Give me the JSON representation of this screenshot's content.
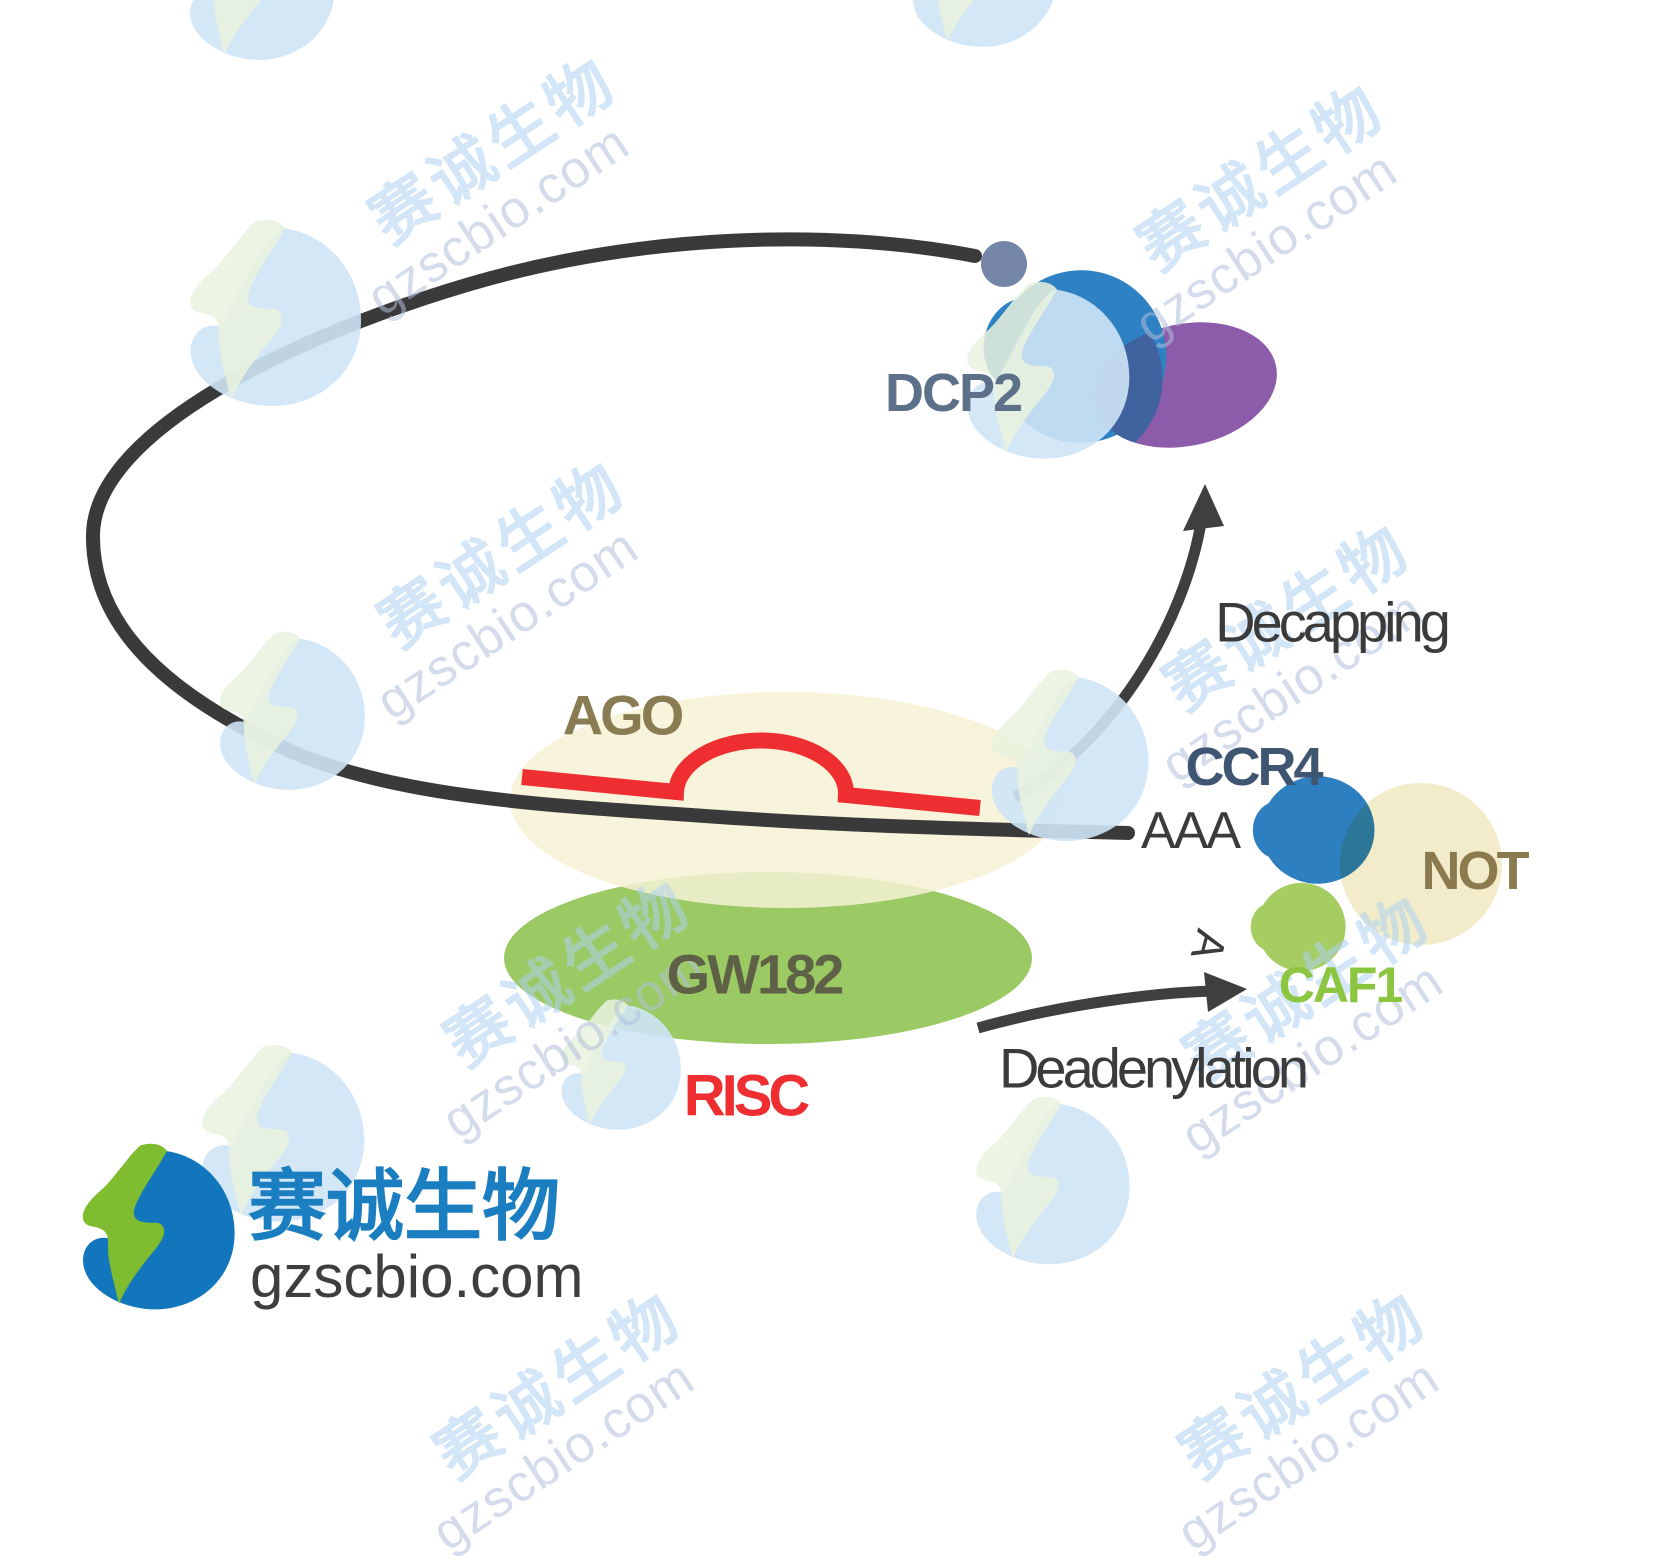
{
  "labels": {
    "dcp2": "DCP2",
    "decapping": "Decapping",
    "aaa": "AAA",
    "ccr4": "CCR4",
    "not": "NOT",
    "caf1": "CAF1",
    "ago": "AGO",
    "gw182": "GW182",
    "risc": "RISC",
    "deadenylation": "Deadenylation",
    "released_adenosine": "A"
  },
  "watermark": {
    "line1": "赛诚生物",
    "line2": "gzscbio.com"
  },
  "brand": {
    "name": "赛诚生物",
    "website": "gzscbio.com"
  },
  "colors": {
    "mrna_line": "#3a3a3a",
    "mirna_line": "#ee2e31",
    "cap_circle": "#7585a8",
    "dcp2_body": "#2e82c4",
    "dcp2_purple": "#8c5ba9",
    "dcp2_overlap": "#40629e",
    "ago_fill": "#f6f2d5",
    "gw182_fill": "#9bc963",
    "not_fill": "#f2ecca",
    "ccr4_fill": "#2e7fc0",
    "caf1_fill": "#a6cd62",
    "arrow": "#3f3f3f",
    "brand_blue": "#1276bc",
    "brand_green": "#7fbc2f"
  }
}
